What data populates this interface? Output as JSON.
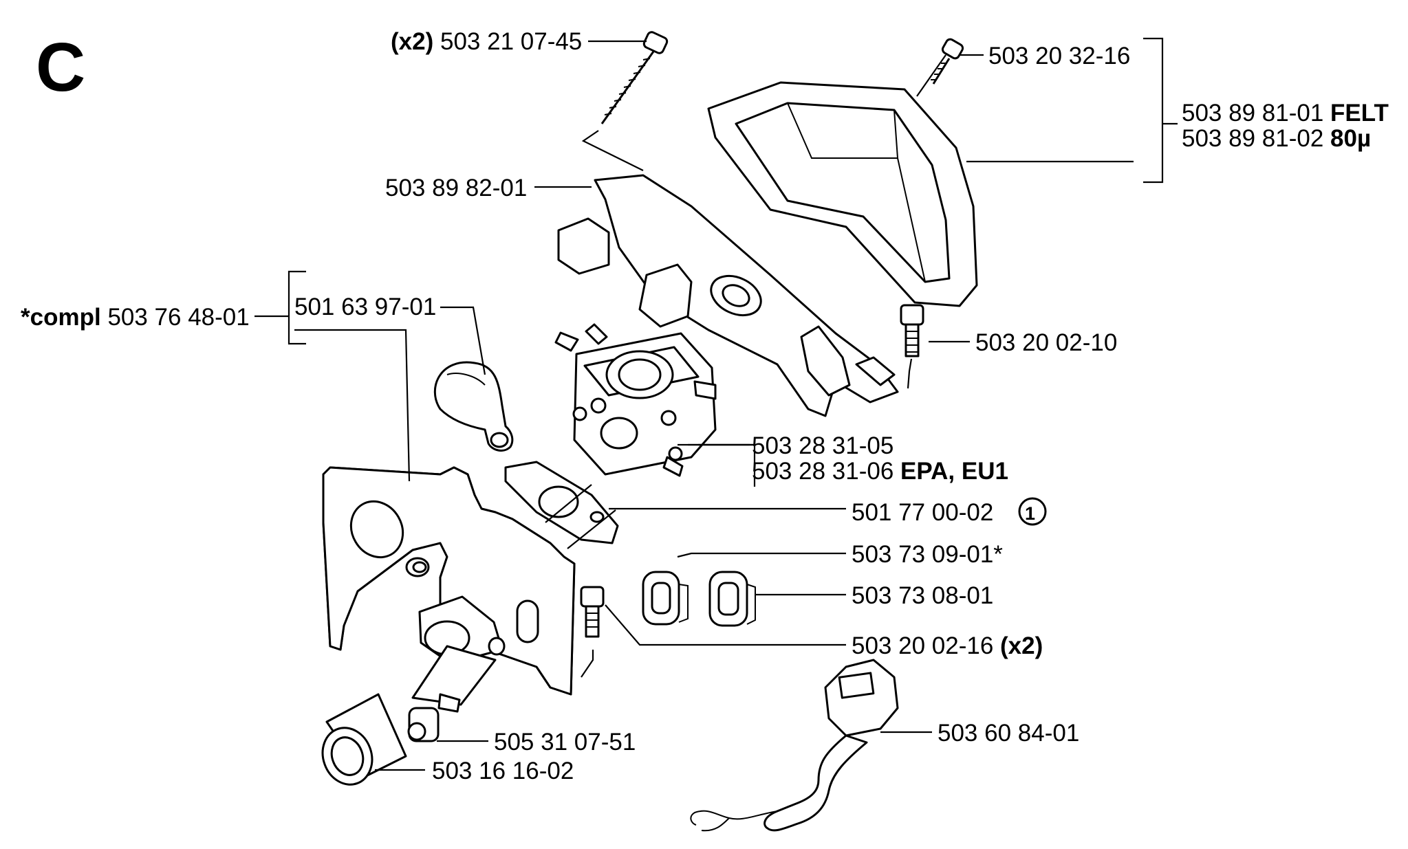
{
  "diagram": {
    "section_letter": "C",
    "labels": {
      "screw_long": {
        "qty": "(x2)",
        "part": "503 21 07-45"
      },
      "screw_top": {
        "part": "503 20 32-16"
      },
      "filter_felt": {
        "part": "503 89 81-01",
        "note": "FELT"
      },
      "filter_80": {
        "part": "503 89 81-02",
        "note": "80µ"
      },
      "filter_holder": {
        "part": "503 89 82-01"
      },
      "compl": {
        "prefix": "*compl",
        "part": "503 76 48-01"
      },
      "choke": {
        "part": "501 63 97-01"
      },
      "bolt_right": {
        "part": "503 20 02-10"
      },
      "carb_a": {
        "part": "503 28 31-05"
      },
      "carb_b": {
        "part": "503 28 31-06",
        "note": "EPA, EU1"
      },
      "gasket": {
        "part": "501 77 00-02",
        "note": "1"
      },
      "grommet_a": {
        "part": "503 73 09-01*"
      },
      "grommet_b": {
        "part": "503 73 08-01"
      },
      "bolt_pair": {
        "part": "503 20 02-16",
        "qty": "(x2)"
      },
      "bushing": {
        "part": "505 31 07-51"
      },
      "sleeve": {
        "part": "503 16 16-02"
      },
      "throttle_rod": {
        "part": "503 60 84-01"
      }
    }
  }
}
